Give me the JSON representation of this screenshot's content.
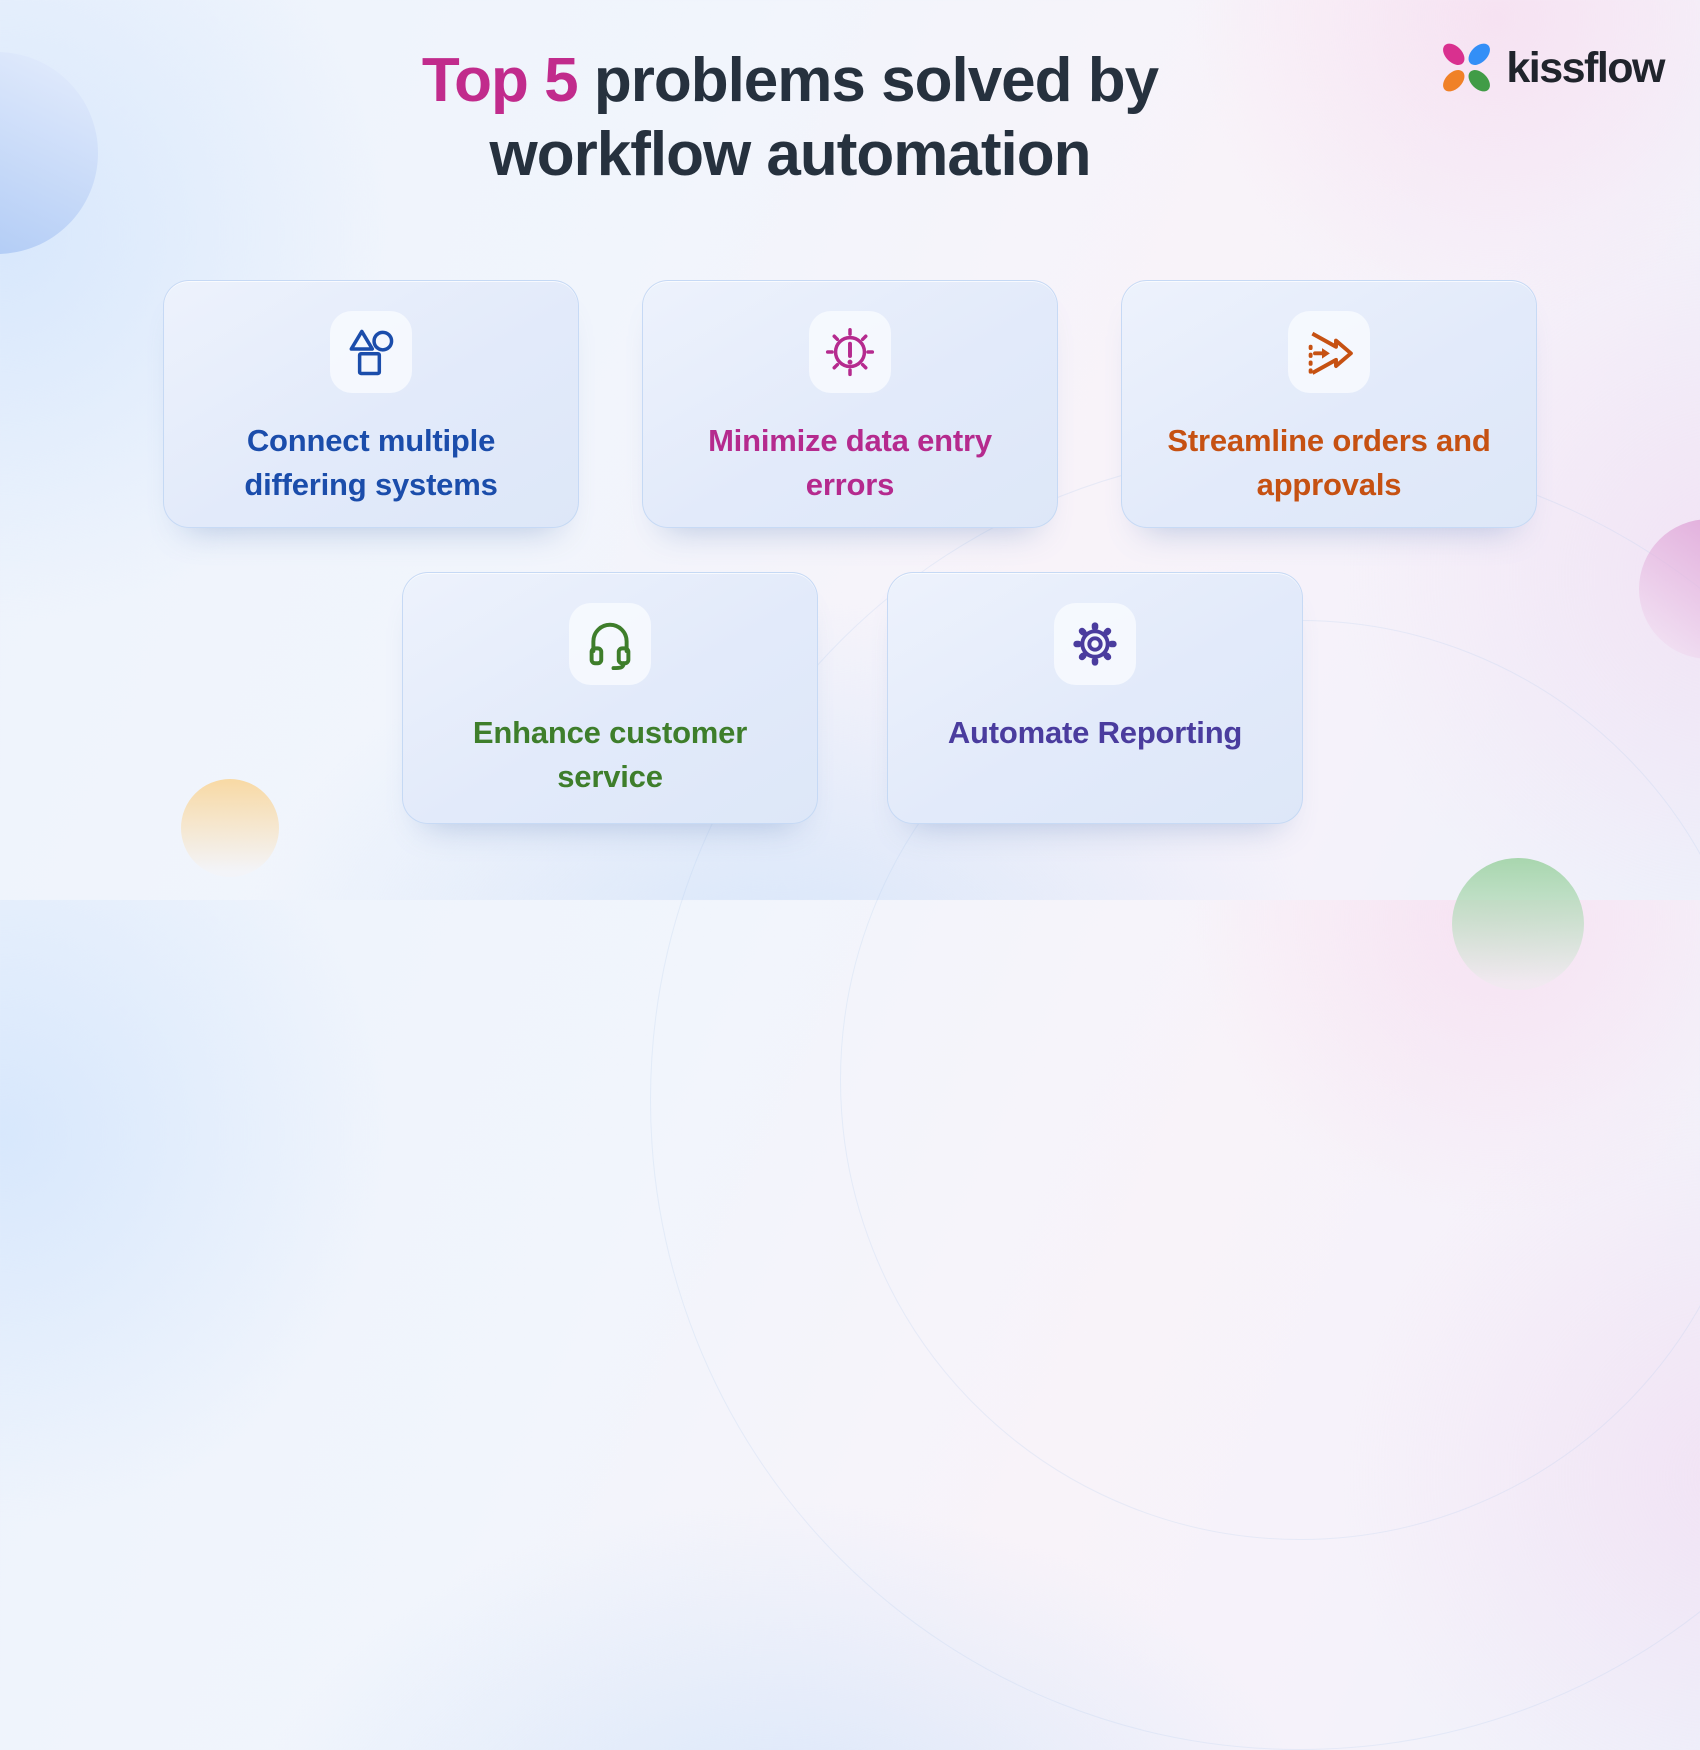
{
  "header": {
    "title_highlight": "Top 5",
    "title_rest": " problems solved by",
    "title_line2": "workflow automation",
    "highlight_color": "#c12b8c",
    "title_color": "#26313e"
  },
  "logo": {
    "text": "kissflow",
    "text_color": "#20242c",
    "petals": [
      {
        "position": "top-left",
        "color": "#d9308f"
      },
      {
        "position": "top-right",
        "color": "#338ff7"
      },
      {
        "position": "bottom-left",
        "color": "#f08127"
      },
      {
        "position": "bottom-right",
        "color": "#419c47"
      }
    ]
  },
  "cards": [
    {
      "icon": "shapes-icon",
      "label_line1": "Connect multiple",
      "label_line2": "differing systems",
      "color": "#1b4dab"
    },
    {
      "icon": "alert-gear-icon",
      "label_line1": "Minimize data entry",
      "label_line2": "errors",
      "color": "#b52a8e"
    },
    {
      "icon": "forward-arrow-icon",
      "label_line1": "Streamline orders and",
      "label_line2": "approvals",
      "color": "#c65112"
    },
    {
      "icon": "headset-icon",
      "label_line1": "Enhance customer",
      "label_line2": "service",
      "color": "#3e7e2b"
    },
    {
      "icon": "gear-icon",
      "label_line1": "Automate Reporting",
      "label_line2": "",
      "color": "#4a3c9e"
    }
  ]
}
